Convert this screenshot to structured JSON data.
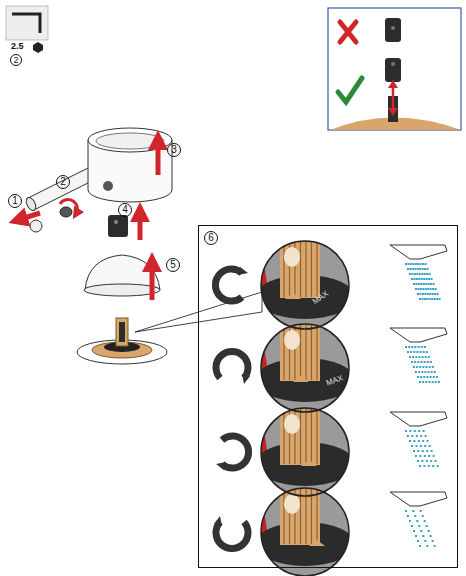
{
  "diagram": {
    "nodes": [
      {
        "text": [
          "6"
        ]
      }
    ],
    "labels": [
      "2.5",
      "2",
      "1",
      "2",
      "3",
      "4",
      "5",
      "MAX",
      "MAX"
    ]
  }
}
